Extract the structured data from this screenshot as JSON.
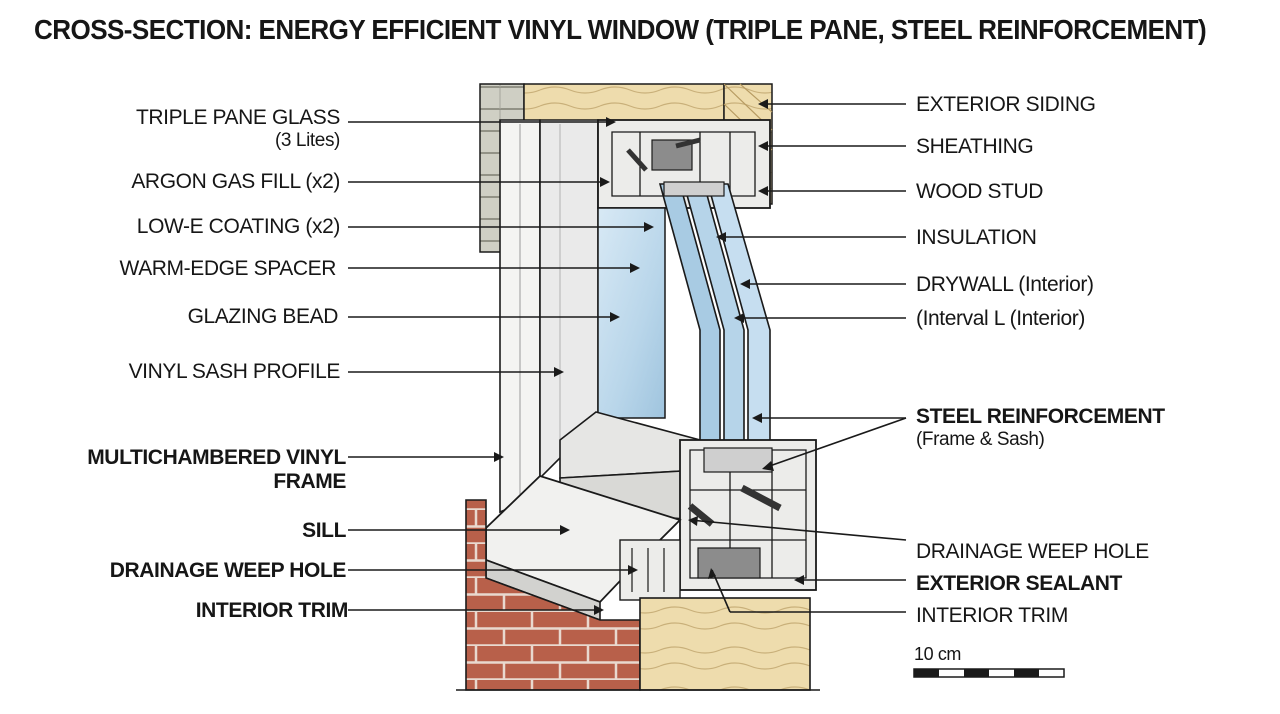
{
  "title": "CROSS-SECTION: ENERGY EFFICIENT VINYL WINDOW (TRIPLE PANE, STEEL REINFORCEMENT)",
  "labels_left": [
    {
      "id": "triple-pane-glass",
      "text": "TRIPLE PANE GLASS",
      "sub": "(3 Lites)",
      "bold": false
    },
    {
      "id": "argon-gas-fill",
      "text": "ARGON GAS FILL (x2)",
      "bold": false
    },
    {
      "id": "low-e-coating",
      "text": "LOW-E COATING (x2)",
      "bold": false
    },
    {
      "id": "warm-edge-spacer",
      "text": "WARM-EDGE SPACER",
      "bold": false
    },
    {
      "id": "glazing-bead",
      "text": "GLAZING BEAD",
      "bold": false
    },
    {
      "id": "vinyl-sash-profile",
      "text": "VINYL SASH PROFILE",
      "bold": false
    },
    {
      "id": "multichambered-vinyl-frame",
      "text": "MULTICHAMBERED VINYL",
      "sub": "FRAME",
      "bold": true
    },
    {
      "id": "sill",
      "text": "SILL",
      "bold": true
    },
    {
      "id": "drainage-weep-hole-left",
      "text": "DRAINAGE WEEP HOLE",
      "bold": true
    },
    {
      "id": "interior-trim-left",
      "text": "INTERIOR TRIM",
      "bold": true
    }
  ],
  "labels_right": [
    {
      "id": "exterior-siding",
      "text": "EXTERIOR SIDING",
      "bold": false
    },
    {
      "id": "sheathing",
      "text": "SHEATHING",
      "bold": false
    },
    {
      "id": "wood-stud",
      "text": "WOOD STUD",
      "bold": false
    },
    {
      "id": "insulation",
      "text": "INSULATION",
      "bold": false
    },
    {
      "id": "drywall",
      "text": "DRYWALL (Interior)",
      "bold": false
    },
    {
      "id": "interval-l",
      "text": "(Interval L (Interior)",
      "bold": false
    },
    {
      "id": "steel-reinforcement",
      "text": "STEEL REINFORCEMENT",
      "sub": "(Frame & Sash)",
      "bold": true
    },
    {
      "id": "drainage-weep-hole-right",
      "text": "DRAINAGE WEEP HOLE",
      "bold": false
    },
    {
      "id": "exterior-sealant",
      "text": "EXTERIOR SEALANT",
      "bold": true
    },
    {
      "id": "interior-trim-right",
      "text": "INTERIOR TRIM",
      "bold": false
    }
  ],
  "scale_bar": {
    "label": "10 cm"
  },
  "colors": {
    "brick": "#b8604a",
    "wood": "#eedcad",
    "glass": "#b9d6ea",
    "vinyl": "#ececea",
    "steel": "#8c8c8c",
    "line": "#1a1a1a"
  }
}
